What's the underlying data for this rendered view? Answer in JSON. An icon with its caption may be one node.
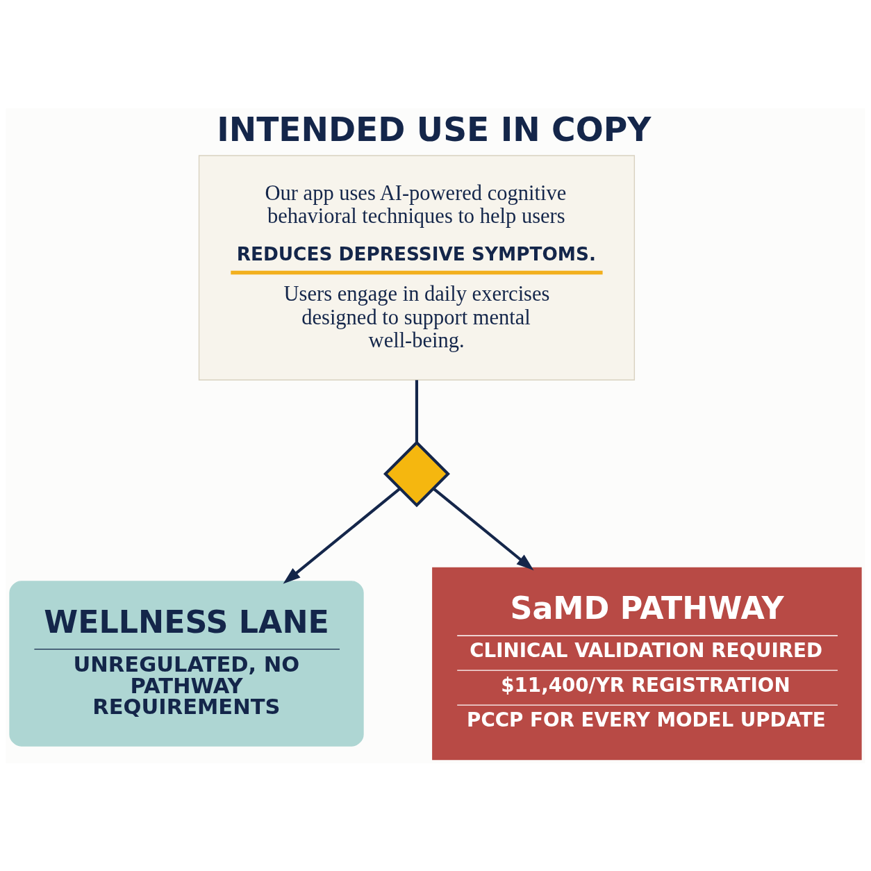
{
  "diagram": {
    "title": "INTENDED USE IN COPY",
    "nodes": [
      {
        "text": [
          "Our app uses AI-powered cognitive behavioral techniques to help users",
          "REDUCES DEPRESSIVE SYMPTOMS.",
          "Users engage in daily exercises designed to support mental well-being."
        ]
      },
      {
        "text": [],
        "shape": "diamond"
      },
      {
        "text": [
          "WELLNESS LANE",
          "UNREGULATED, NO PATHWAY REQUIREMENTS"
        ]
      },
      {
        "text": [
          "SaMD PATHWAY",
          "CLINICAL VALIDATION REQUIRED",
          "$11,400/YR REGISTRATION",
          "PCCP FOR EVERY MODEL UPDATE"
        ]
      }
    ],
    "edges": [
      {
        "from": 0,
        "to": 1,
        "arrow": "none"
      },
      {
        "from": 1,
        "to": 2,
        "arrow": "to"
      },
      {
        "from": 1,
        "to": 3,
        "arrow": "to"
      }
    ]
  }
}
